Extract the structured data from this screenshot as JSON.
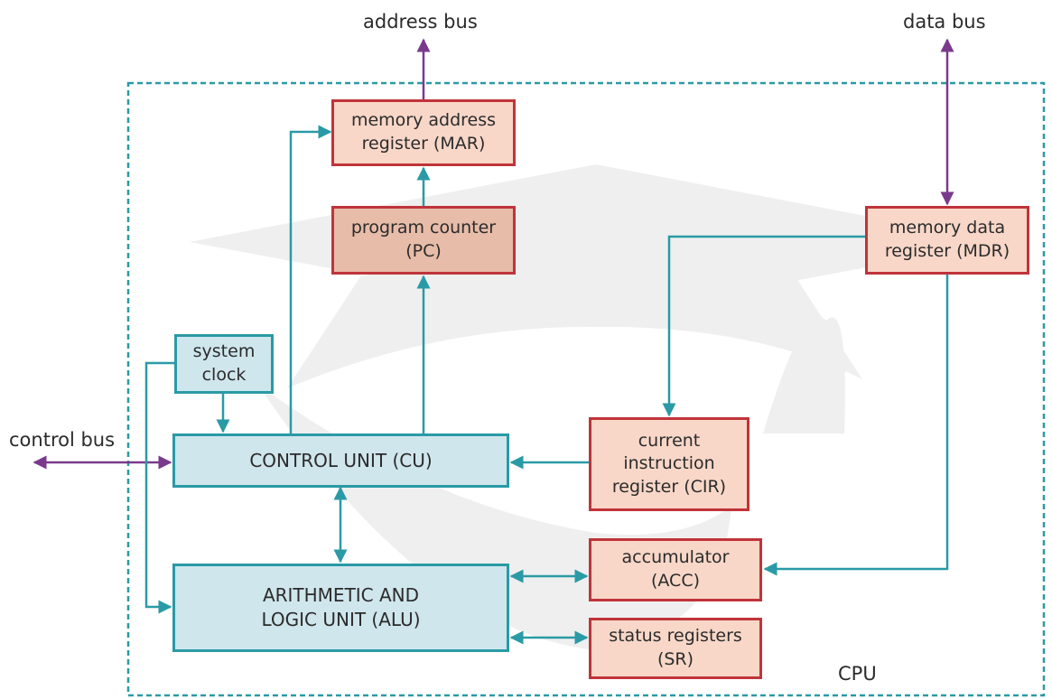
{
  "bus_labels": {
    "address_bus": "address bus",
    "data_bus": "data bus",
    "control_bus": "control bus"
  },
  "boundary_label": "CPU",
  "components": {
    "mar": [
      "memory address",
      "register (MAR)"
    ],
    "pc": [
      "program counter",
      "(PC)"
    ],
    "mdr": [
      "memory data",
      "register (MDR)"
    ],
    "clock": [
      "system",
      "clock"
    ],
    "cu": [
      "CONTROL UNIT (CU)"
    ],
    "cir": [
      "current",
      "instruction",
      "register (CIR)"
    ],
    "alu": [
      "ARITHMETIC AND",
      "LOGIC UNIT (ALU)"
    ],
    "acc": [
      "accumulator",
      "(ACC)"
    ],
    "sr": [
      "status registers",
      "(SR)"
    ]
  },
  "colors": {
    "register_fill": "#f8d7c8",
    "register_fill_dark": "#e7bca8",
    "register_border": "#c0343a",
    "unit_fill": "#cfe6ec",
    "unit_border": "#2a9aa6",
    "internal_wire": "#2a9aa6",
    "bus_wire": "#7a3a8c",
    "cpu_boundary": "#2a9aa6",
    "watermark": "#efefef"
  }
}
